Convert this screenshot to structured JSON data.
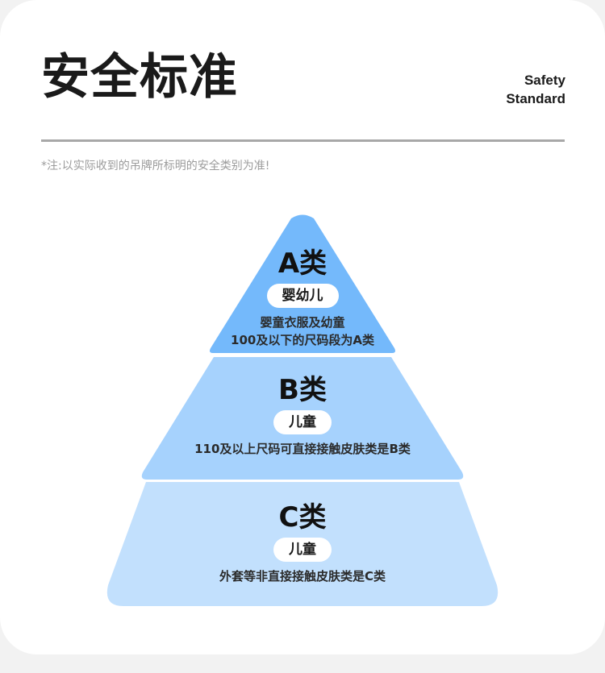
{
  "page": {
    "background_color": "#f2f2f2",
    "card_color": "#ffffff"
  },
  "header": {
    "title_cn": "安全标准",
    "title_en_line1": "Safety",
    "title_en_line2": "Standard",
    "divider_color": "#a8a8a8",
    "note": "*注:以实际收到的吊牌所标明的安全类别为准!",
    "note_color": "#9b9b9b"
  },
  "pyramid": {
    "tiers": [
      {
        "id": "a",
        "label": "A类",
        "badge": "婴幼儿",
        "desc_line1": "婴童衣服及幼童",
        "desc_line2": "100及以下的尺码段为A类",
        "color": "#74b9fb"
      },
      {
        "id": "b",
        "label": "B类",
        "badge": "儿童",
        "desc_line1": "110及以上尺码可直接接触皮肤类是B类",
        "desc_line2": "",
        "color": "#a6d2fd"
      },
      {
        "id": "c",
        "label": "C类",
        "badge": "儿童",
        "desc_line1": "外套等非直接接触皮肤类是C类",
        "desc_line2": "",
        "color": "#c2e0fd"
      }
    ]
  }
}
